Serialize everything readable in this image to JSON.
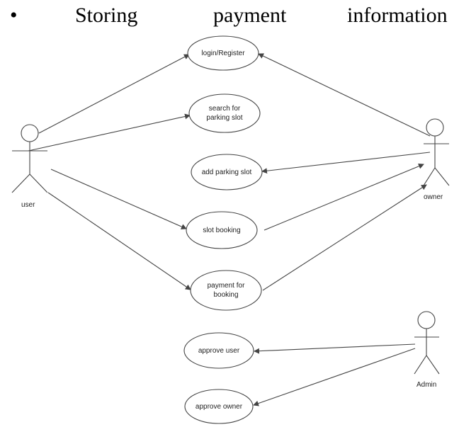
{
  "heading": {
    "bullet": "•",
    "words": [
      "Storing",
      "payment",
      "information"
    ]
  },
  "actors": {
    "user": "user",
    "owner": "owner",
    "admin": "Admin"
  },
  "use_cases": {
    "login": "login/Register",
    "search_line1": "search for",
    "search_line2": "parking slot",
    "add_slot": "add parking slot",
    "slot_booking": "slot booking",
    "payment_line1": "payment for",
    "payment_line2": "booking",
    "approve_user": "approve user",
    "approve_owner": "approve owner"
  }
}
